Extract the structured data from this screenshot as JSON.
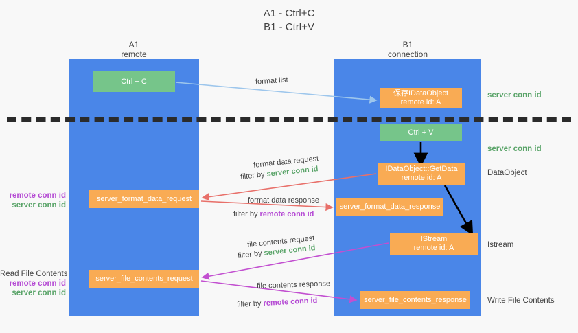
{
  "title": {
    "line1": "A1 - Ctrl+C",
    "line2": "B1 - Ctrl+V"
  },
  "lanes": [
    {
      "id": "a1",
      "name": "A1",
      "subtitle": "remote"
    },
    {
      "id": "b1",
      "name": "B1",
      "subtitle": "connection"
    }
  ],
  "boxes": {
    "ctrl_c": {
      "line1": "Ctrl + C",
      "line2": "",
      "color": "#76c58a"
    },
    "save_idataobject": {
      "line1": "保存IDataObject",
      "line2": "remote id: A",
      "color": "#f9ab54"
    },
    "ctrl_v": {
      "line1": "Ctrl + V",
      "line2": "",
      "color": "#76c58a"
    },
    "getdata": {
      "line1": "IDataObject::GetData",
      "line2": "remote id: A",
      "color": "#f9ab54"
    },
    "istream": {
      "line1": "IStream",
      "line2": "remote id: A",
      "color": "#f9ab54"
    },
    "format_data_request": {
      "line1": "server_format_data_request",
      "line2": "",
      "color": "#f9ab54"
    },
    "format_data_response": {
      "line1": "server_format_data_response",
      "line2": "",
      "color": "#f9ab54"
    },
    "file_contents_request": {
      "line1": "server_file_contents_request",
      "line2": "",
      "color": "#f9ab54"
    },
    "file_contents_response": {
      "line1": "server_file_contents_response",
      "line2": "",
      "color": "#f9ab54"
    }
  },
  "edge_labels": {
    "format_list": "format list",
    "format_data_request": "format data request",
    "format_data_request_filter_prefix": "filter by ",
    "format_data_request_filter_value": "server conn id",
    "format_data_response": "format data response",
    "format_data_response_filter_prefix": "filter by ",
    "format_data_response_filter_value": "remote conn id",
    "file_contents_request": "file contents request",
    "file_contents_request_filter_prefix": "filter by ",
    "file_contents_request_filter_value": "server conn id",
    "file_contents_response": "file contents response",
    "file_contents_response_filter_prefix": "filter by ",
    "file_contents_response_filter_value": "remote conn id"
  },
  "side_labels": {
    "server_conn_id_top": "server conn id",
    "server_conn_id_mid": "server conn id",
    "dataobject": "DataObject",
    "istream": "Istream",
    "write_file_contents": "Write File Contents"
  },
  "left_labels": {
    "format_remote": "remote conn id",
    "format_server": "server conn id",
    "read_file_contents": "Read File Contents",
    "file_remote": "remote conn id",
    "file_server": "server conn id"
  },
  "colors": {
    "lane_blue": "#4a86e8",
    "box_green": "#76c58a",
    "box_orange": "#f9ab54",
    "arrow_light_blue": "#b8d4f0",
    "arrow_red": "#e8706a",
    "arrow_magenta": "#c24fd0",
    "arrow_black": "#000000",
    "text_server": "#5aa469",
    "text_remote": "#b54ad4",
    "background": "#f8f8f8"
  }
}
